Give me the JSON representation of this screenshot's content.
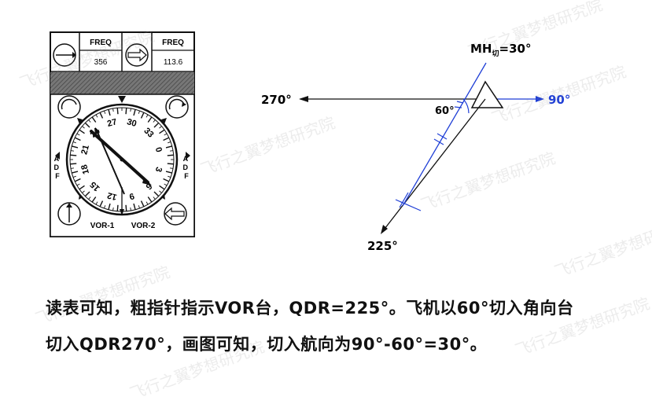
{
  "instrument": {
    "freq_label_left": "FREQ",
    "freq_value_left": "356",
    "freq_label_right": "FREQ",
    "freq_value_right": "113.6",
    "adf_left": "ADF",
    "adf_right": "ADF",
    "vor1": "VOR-1",
    "vor2": "VOR-2",
    "dial_numbers": [
      "0",
      "3",
      "6",
      "9",
      "12",
      "15",
      "18",
      "21",
      "24",
      "27",
      "30",
      "33"
    ]
  },
  "diagram": {
    "mh_label_main": "MH",
    "mh_label_sub": "切",
    "mh_label_value": "=30°",
    "left_bearing": "270°",
    "right_bearing": "90°",
    "bottom_bearing": "225°",
    "angle_label": "60°",
    "accent_color": "#1f3fd6"
  },
  "text": {
    "line1": "读表可知，粗指针指示VOR台，QDR=225°。飞机以60°切入角向台",
    "line2": "切入QDR270°，画图可知，切入航向为90°-60°=30°。"
  },
  "watermark": "飞行之翼梦想研究院"
}
